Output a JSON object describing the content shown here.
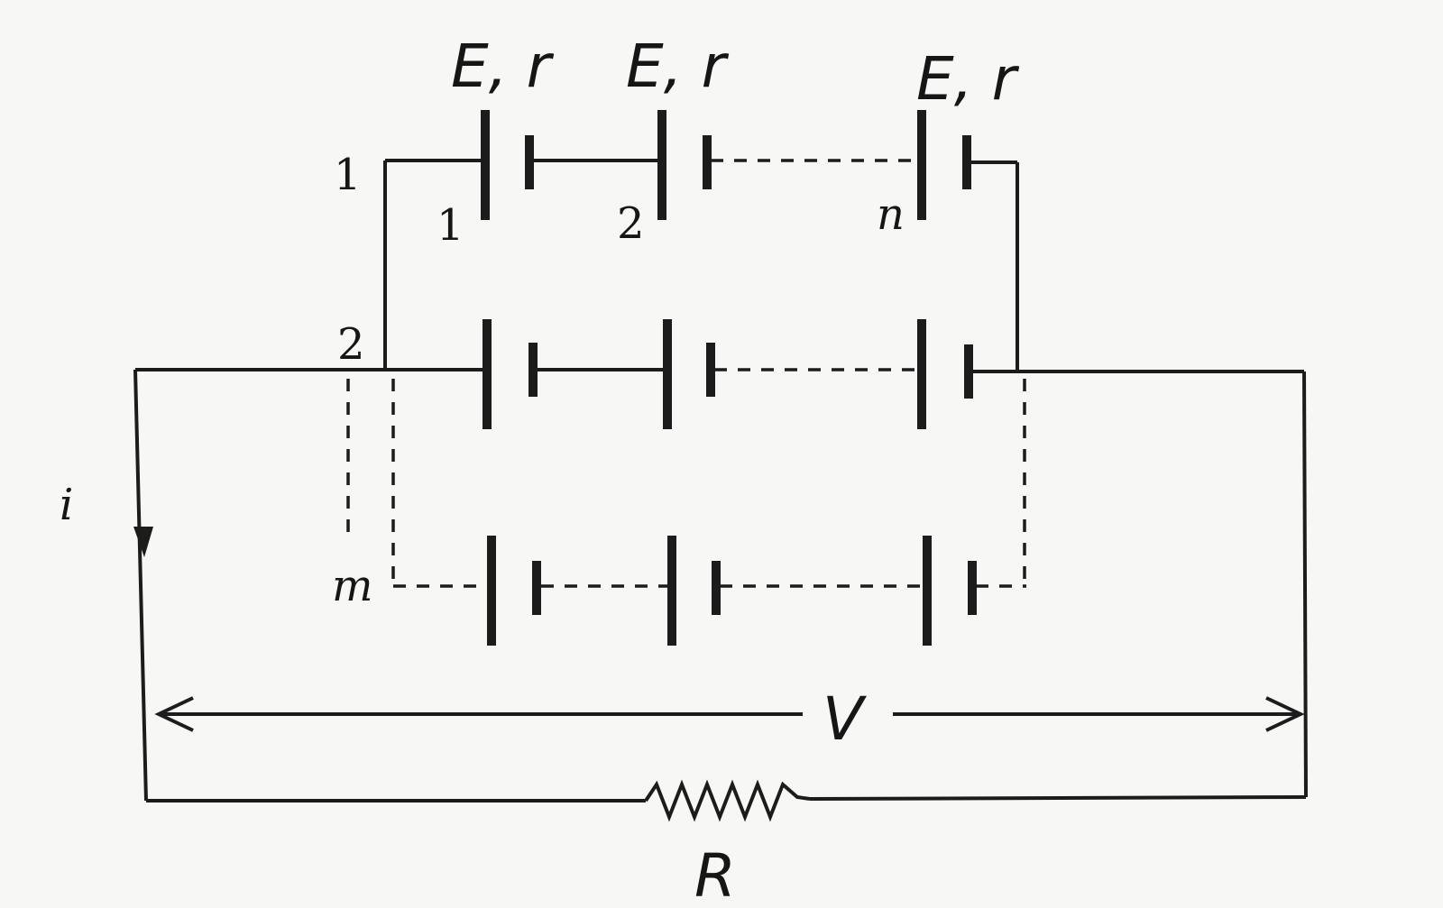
{
  "labels": {
    "cell_top_1": "E, r",
    "cell_top_2": "E, r",
    "cell_top_n": "E, r",
    "row_1": "1",
    "row_2": "2",
    "row_m": "m",
    "col_1": "1",
    "col_2": "2",
    "col_n": "n",
    "current": "i",
    "voltage": "V",
    "resistor": "R"
  }
}
